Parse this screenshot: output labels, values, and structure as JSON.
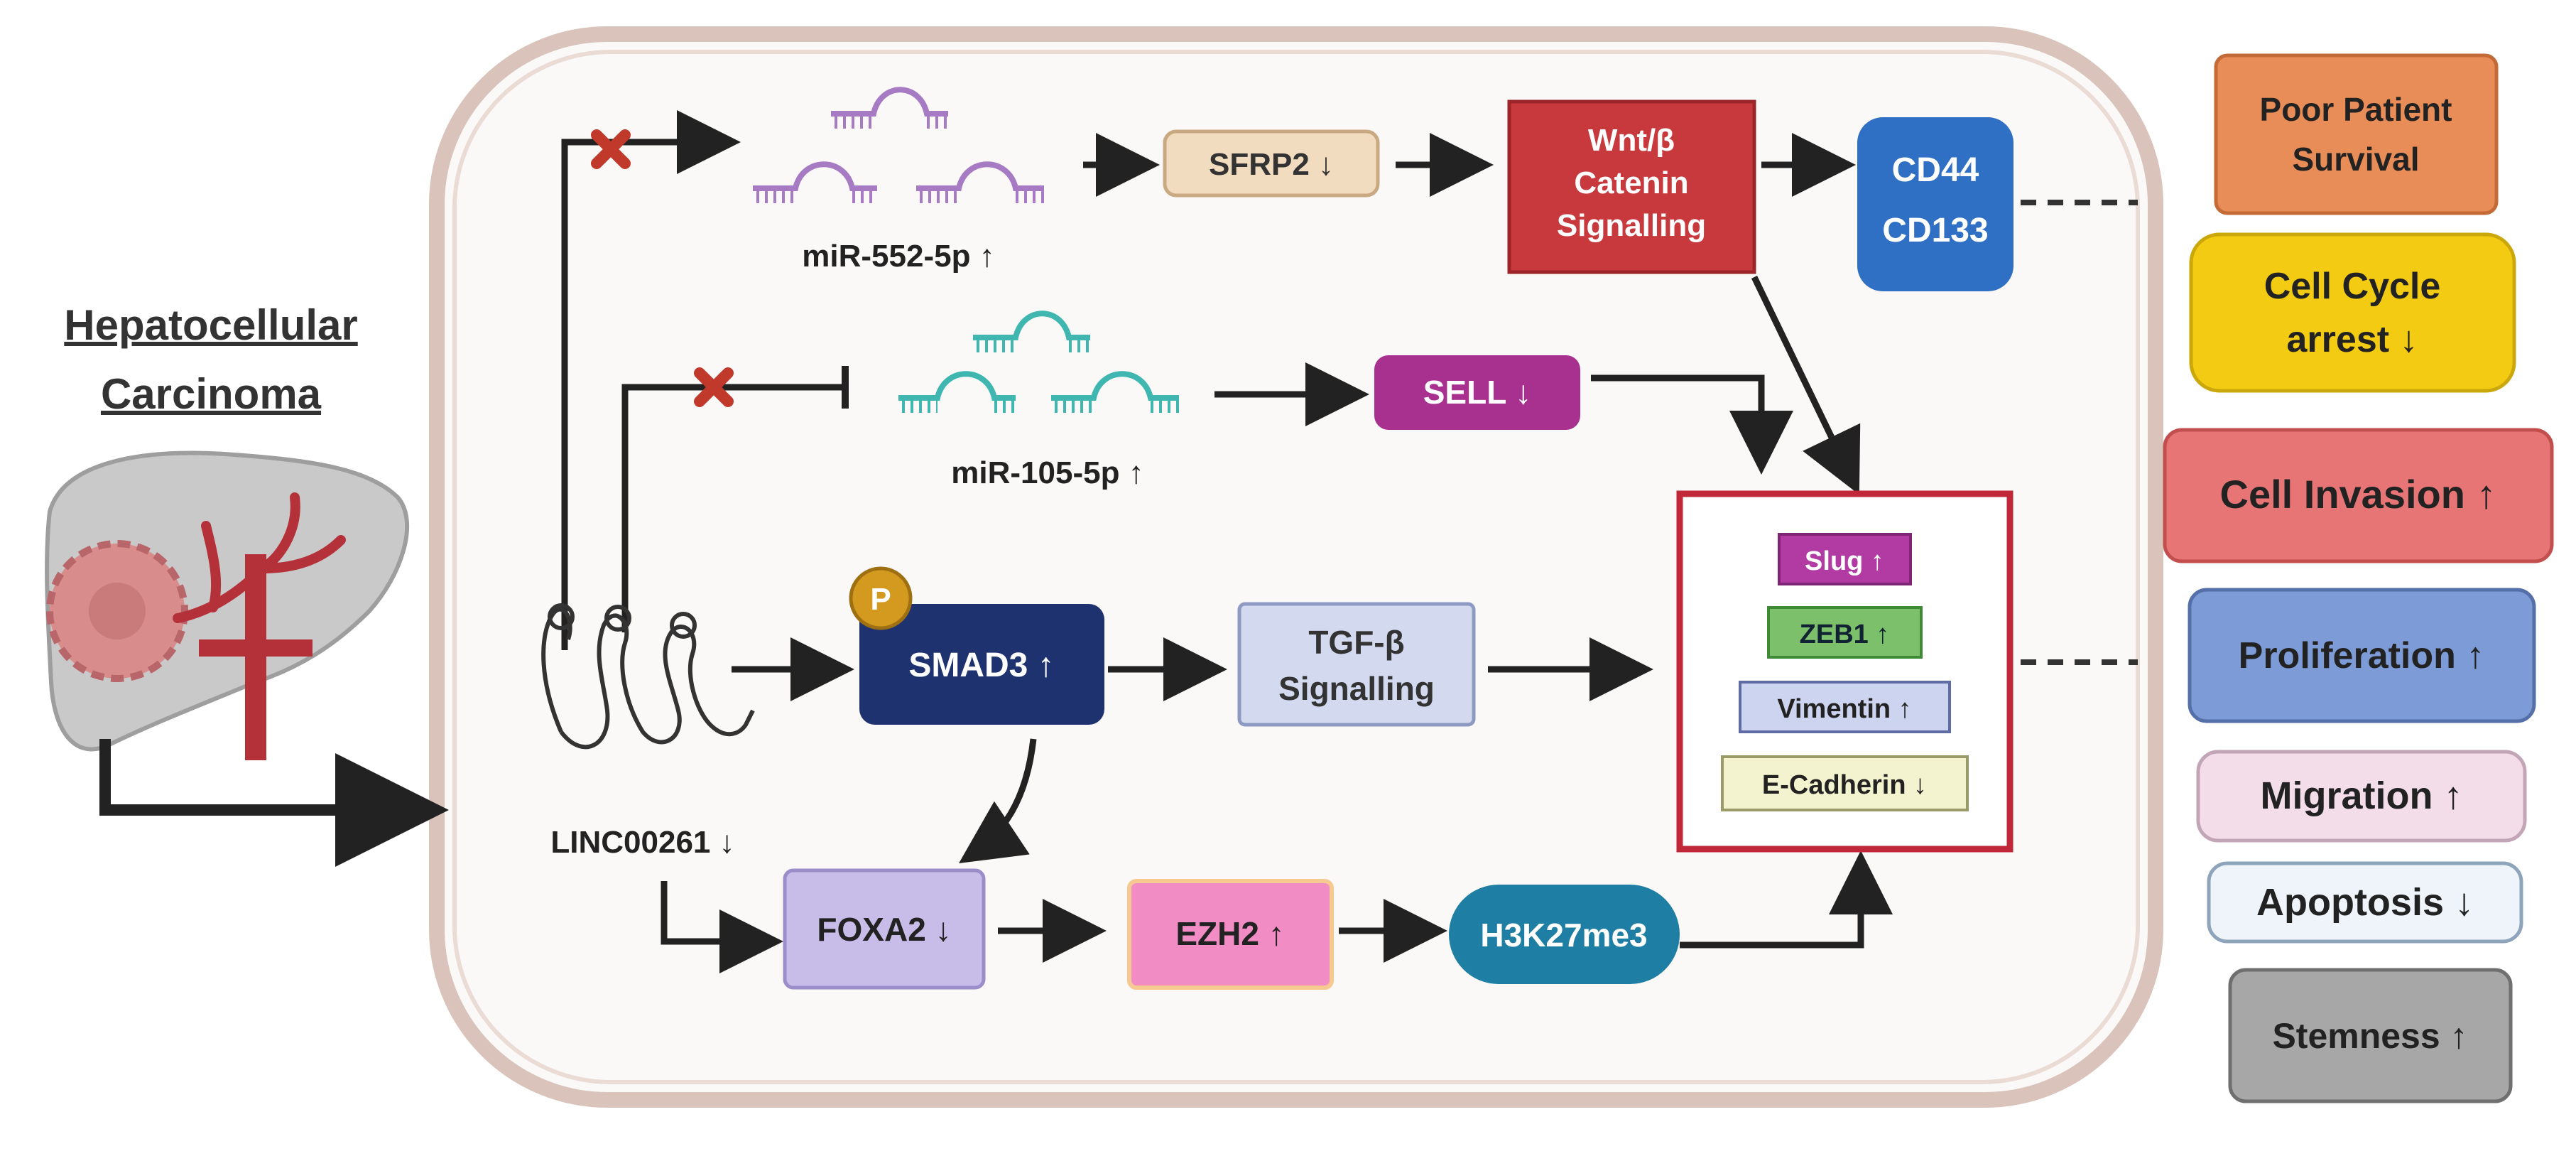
{
  "title_lines": [
    "Hepatocellular",
    "Carcinoma"
  ],
  "labels": {
    "mir552": "miR-552-5p ↑",
    "mir105": "miR-105-5p ↑",
    "linc": "LINC00261 ↓",
    "phospho": "P"
  },
  "nodes": {
    "sfrp2": "SFRP2 ↓",
    "wnt": [
      "Wnt/β",
      "Catenin",
      "Signalling"
    ],
    "cd44": [
      "CD44",
      "CD133"
    ],
    "sell": "SELL ↓",
    "smad3": "SMAD3 ↑",
    "tgf": [
      "TGF-β",
      "Signalling"
    ],
    "foxa2": "FOXA2 ↓",
    "ezh2": "EZH2 ↑",
    "h3k": "H3K27me3"
  },
  "emt_markers": [
    "Slug ↑",
    "ZEB1 ↑",
    "Vimentin ↑",
    "E-Cadherin ↓"
  ],
  "outcomes": [
    [
      "Poor Patient",
      "Survival"
    ],
    [
      "Cell Cycle",
      "arrest ↓"
    ],
    [
      "Cell Invasion ↑"
    ],
    [
      "Proliferation ↑"
    ],
    [
      "Migration ↑"
    ],
    [
      "Apoptosis ↓"
    ],
    [
      "Stemness ↑"
    ]
  ],
  "colors": {
    "cell_border": "#d9c3bb",
    "cell_fill": "#fbf9f8",
    "arrow": "#222222",
    "inhibit_x": "#c0392b",
    "mirna_purple": "#a77bc4",
    "mirna_teal": "#3fb7b0",
    "liver": "#c9c9c9",
    "tumor": "#d98c8c",
    "vessel": "#b5313a",
    "emt_border": "#c0283a",
    "sfrp2": "#f2dcc0",
    "wnt": "#c8393d",
    "cd44": "#2f6fc4",
    "sell": "#a8318f",
    "smad3": "#1f3270",
    "phospho": "#d49a1f",
    "tgf": "#d3daf0",
    "foxa2": "#c7bde8",
    "ezh2": "#f28cc4",
    "h3k": "#1f7ea3",
    "slug": "#b23ba3",
    "zeb1": "#7cc06c",
    "vimentin": "#cdd4f0",
    "ecad": "#f4f3cf",
    "poor_survival": "#e98d58",
    "cell_cycle": "#f2cb12",
    "invasion": "#e77575",
    "proliferation": "#7d9bd6",
    "migration": "#f3dde9",
    "apoptosis": "#eef4fa",
    "stemness": "#a7a7a7"
  }
}
